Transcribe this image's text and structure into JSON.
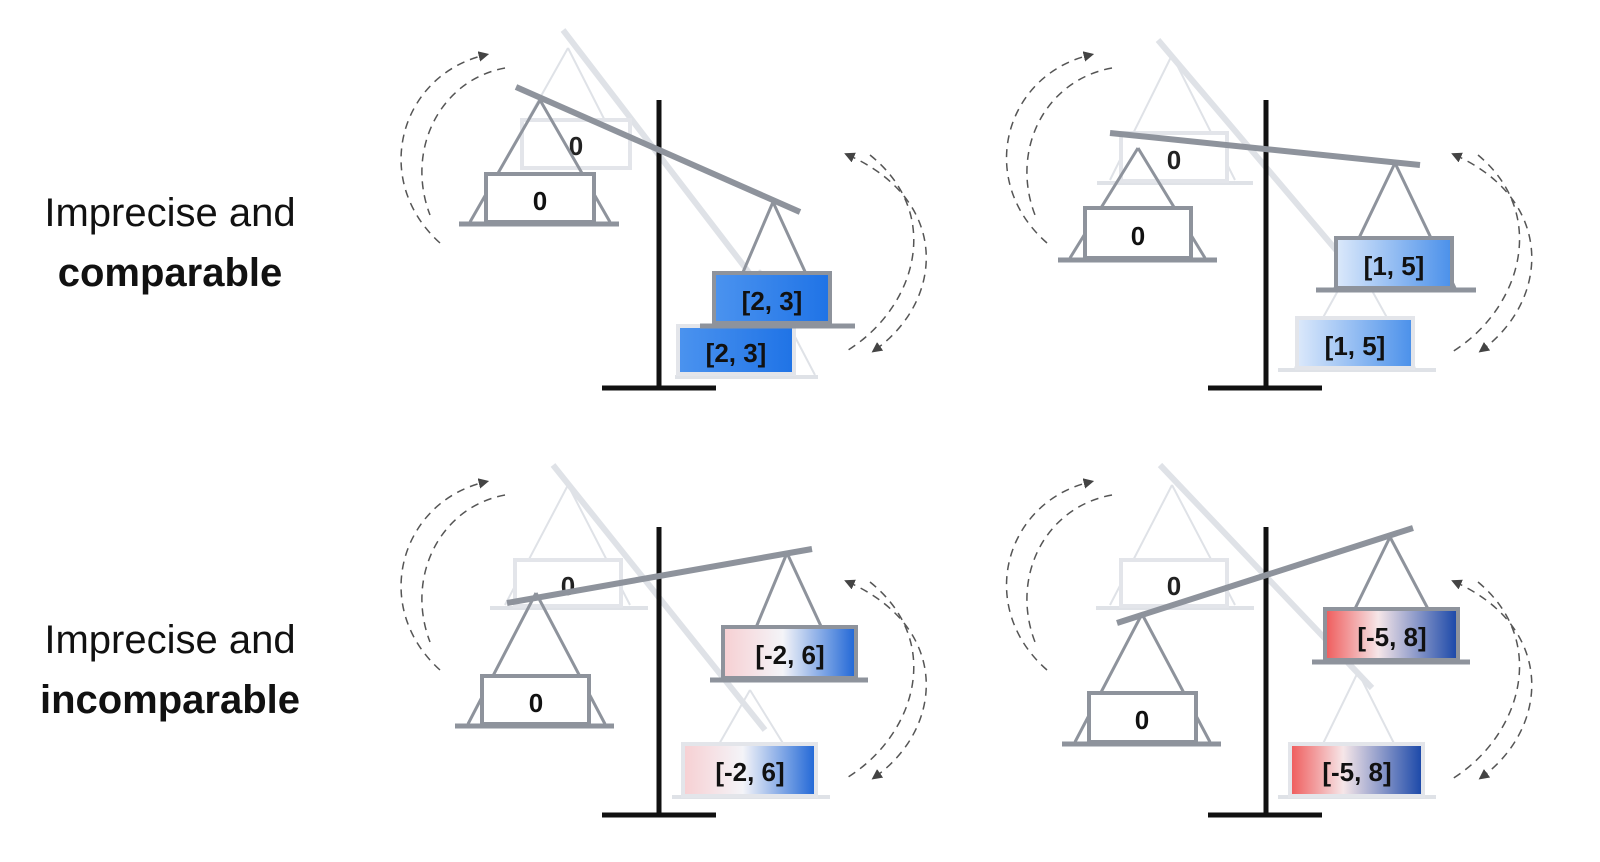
{
  "rows": [
    {
      "line1": "Imprecise and",
      "line2": "comparable"
    },
    {
      "line1": "Imprecise and",
      "line2": "incomparable"
    }
  ],
  "scales": [
    {
      "left_value": "0",
      "right_value": "[2, 3]",
      "right_fill": "blue"
    },
    {
      "left_value": "0",
      "right_value": "[1, 5]",
      "right_fill": "lightblue"
    },
    {
      "left_value": "0",
      "right_value": "[-2, 6]",
      "right_fill": "pinkblue"
    },
    {
      "left_value": "0",
      "right_value": "[-5, 8]",
      "right_fill": "redblue"
    }
  ],
  "colors": {
    "frame": "#111111",
    "beam": "#8e939c",
    "ghost": "#d9dce2",
    "blue_dark": "#1f73e6",
    "blue_light": "#9ec4f5",
    "red": "#ef5a5a",
    "pink": "#f6d2d4",
    "navy": "#1846a8",
    "arrow": "#555555"
  }
}
